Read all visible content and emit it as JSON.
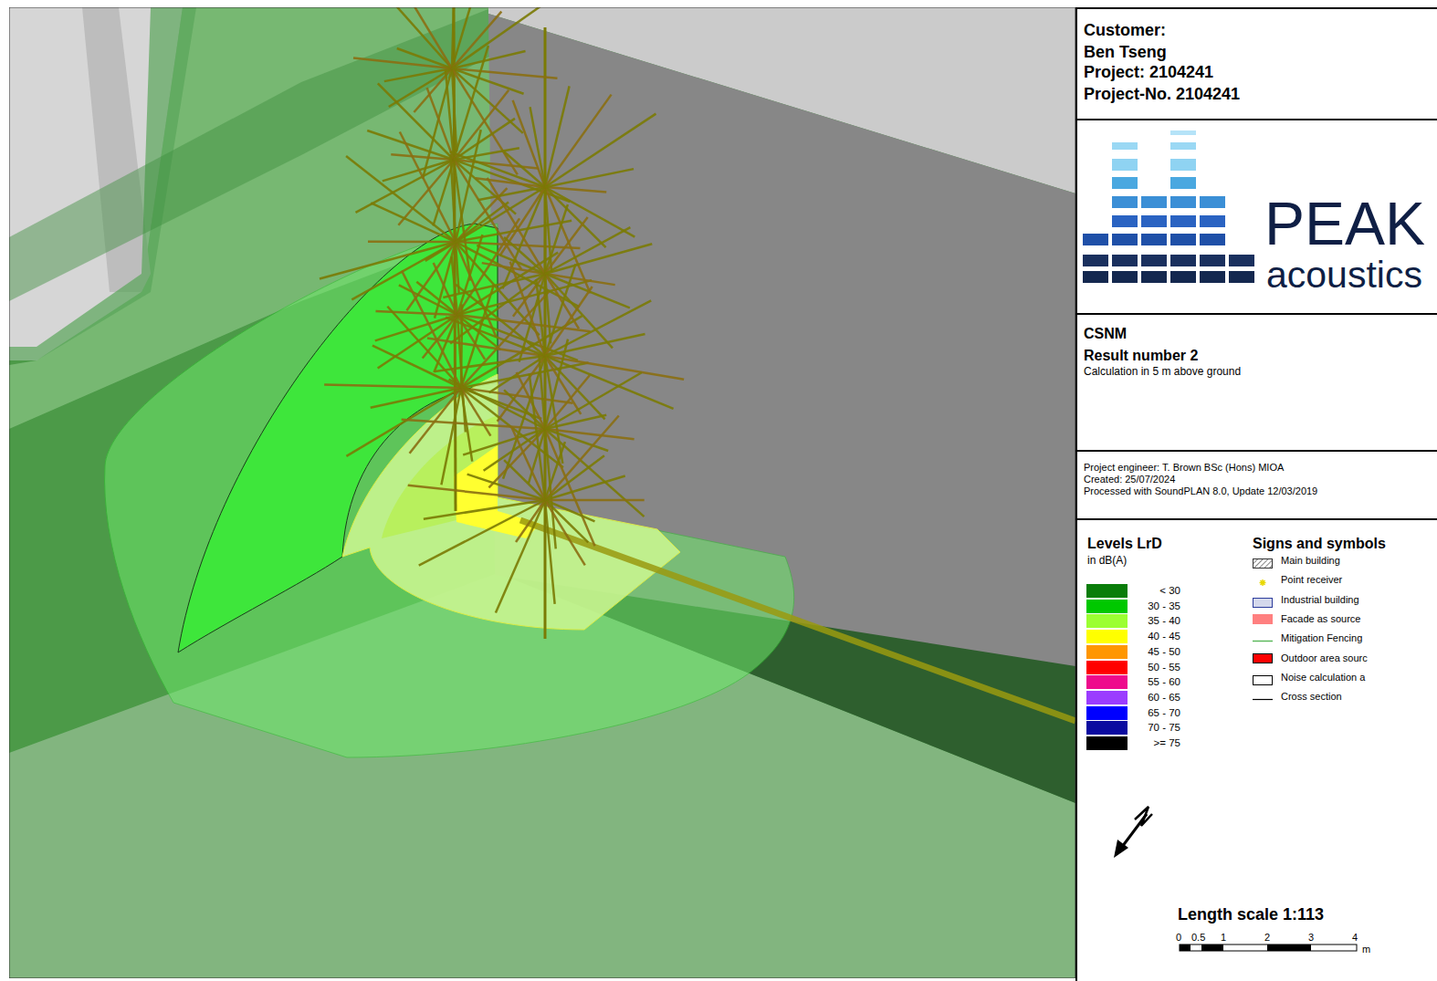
{
  "diagram": {
    "nodes": [
      {
        "text": [
          "Customer:",
          "Ben Tseng",
          "Project: 2104241",
          "Project-No. 2104241"
        ]
      },
      {
        "text": [
          "PEAK",
          "acoustics"
        ]
      },
      {
        "text": [
          "CSNM",
          "Result number 2",
          "Calculation in 5 m above ground"
        ]
      },
      {
        "text": [
          "Project engineer: T. Brown BSc (Hons) MIOA",
          "Created: 25/07/2024",
          "Processed with SoundPLAN 8.0, Update 12/03/2019"
        ]
      },
      {
        "text": [
          "Levels LrD",
          "in dB(A)",
          "Signs and symbols",
          "Length scale 1:113"
        ]
      }
    ],
    "labels": [
      "0",
      "0.5",
      "1",
      "2",
      "3",
      "4",
      "m"
    ],
    "legend": [
      {
        "text": "< 30",
        "color": "#0a7d0a"
      },
      {
        "text": "30 - 35",
        "color": "#00c800"
      },
      {
        "text": "35 - 40",
        "color": "#9bff32"
      },
      {
        "text": "40 - 45",
        "color": "#ffff00"
      },
      {
        "text": "45 - 50",
        "color": "#ff9600"
      },
      {
        "text": "50 - 55",
        "color": "#ff0000"
      },
      {
        "text": "55 - 60",
        "color": "#ee0a8c"
      },
      {
        "text": "60 - 65",
        "color": "#9b3cff"
      },
      {
        "text": "65 - 70",
        "color": "#0000ff"
      },
      {
        "text": "70 - 75",
        "color": "#0a0aa0"
      },
      {
        "text": ">= 75",
        "color": "#000000"
      },
      {
        "text": "Main building"
      },
      {
        "text": "Point receiver"
      },
      {
        "text": "Industrial building"
      },
      {
        "text": "Facade as source",
        "color": "#ff8080"
      },
      {
        "text": "Mitigation Fencing"
      },
      {
        "text": "Outdoor area sourc",
        "color": "#ff0000"
      },
      {
        "text": "Noise calculation a"
      },
      {
        "text": "Cross section"
      }
    ]
  }
}
